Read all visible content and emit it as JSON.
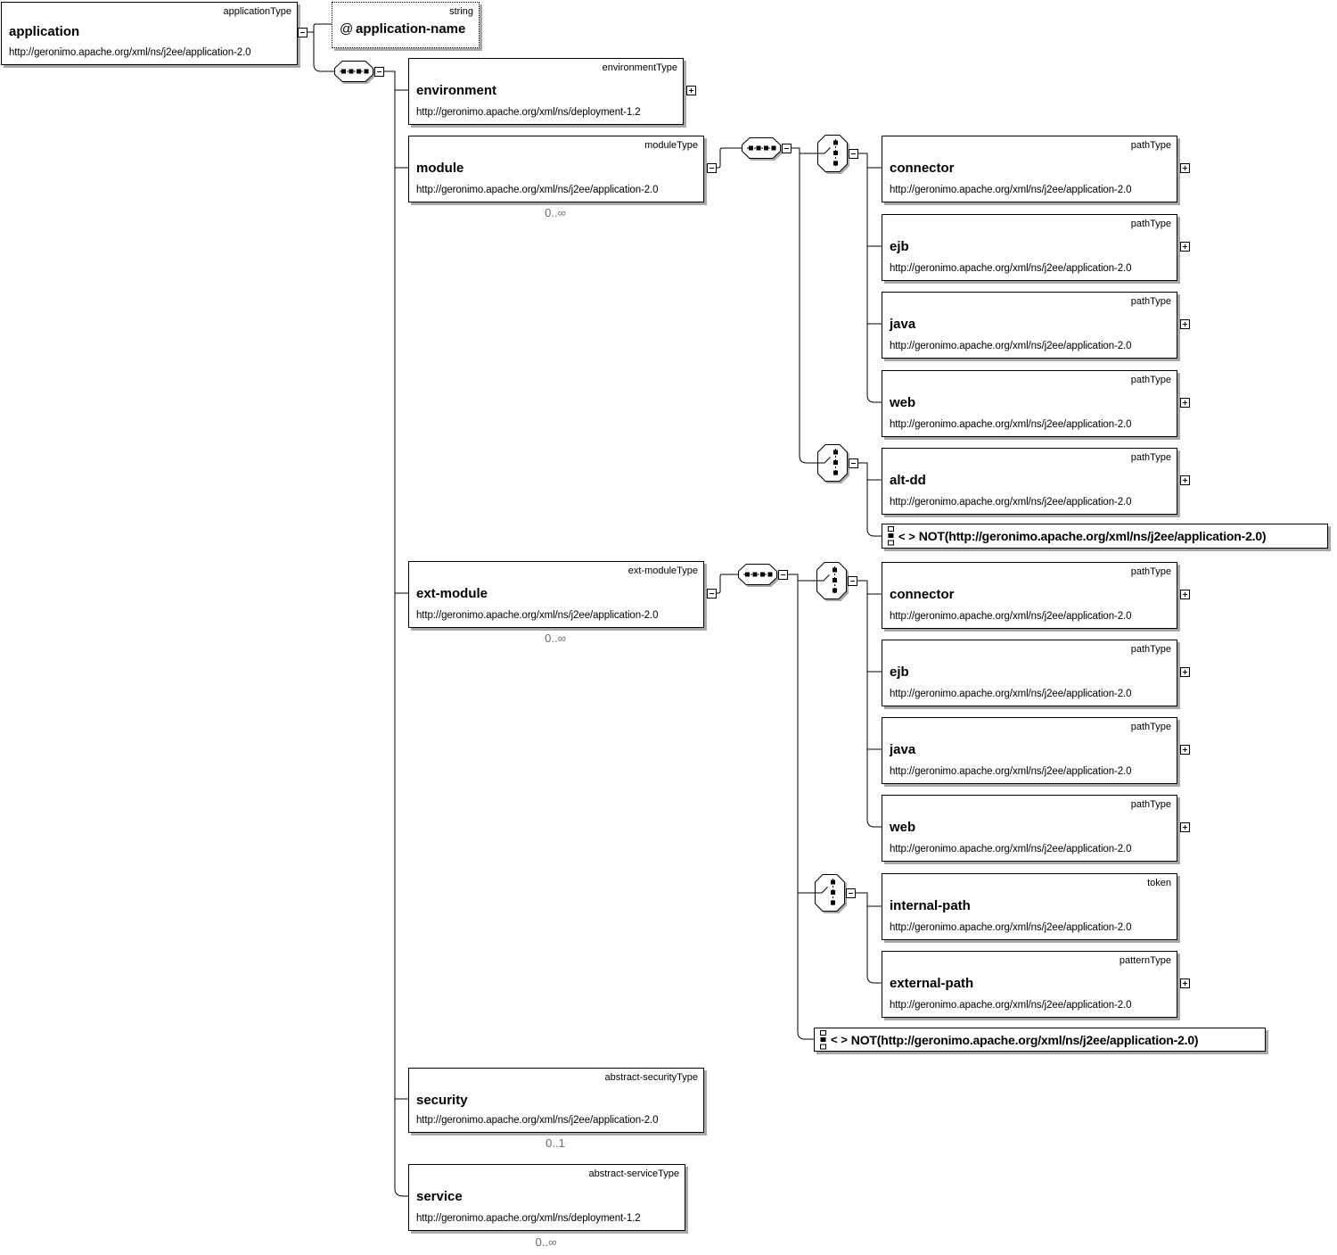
{
  "colors": {
    "shadow": "#a8a8a8",
    "line": "#000000",
    "occurrence_text": "#6b6b6b",
    "box_background": "#ffffff"
  },
  "elements": {
    "application": {
      "type": "applicationType",
      "name": "application",
      "ns": "http://geronimo.apache.org/xml/ns/j2ee/application-2.0"
    },
    "application_name": {
      "type": "string",
      "marker": "@",
      "name": "application-name"
    },
    "environment": {
      "type": "environmentType",
      "name": "environment",
      "ns": "http://geronimo.apache.org/xml/ns/deployment-1.2"
    },
    "module": {
      "type": "moduleType",
      "name": "module",
      "ns": "http://geronimo.apache.org/xml/ns/j2ee/application-2.0",
      "occurs": "0..∞"
    },
    "module_connector": {
      "type": "pathType",
      "name": "connector",
      "ns": "http://geronimo.apache.org/xml/ns/j2ee/application-2.0"
    },
    "module_ejb": {
      "type": "pathType",
      "name": "ejb",
      "ns": "http://geronimo.apache.org/xml/ns/j2ee/application-2.0"
    },
    "module_java": {
      "type": "pathType",
      "name": "java",
      "ns": "http://geronimo.apache.org/xml/ns/j2ee/application-2.0"
    },
    "module_web": {
      "type": "pathType",
      "name": "web",
      "ns": "http://geronimo.apache.org/xml/ns/j2ee/application-2.0"
    },
    "module_alt_dd": {
      "type": "pathType",
      "name": "alt-dd",
      "ns": "http://geronimo.apache.org/xml/ns/j2ee/application-2.0"
    },
    "module_any_not": {
      "angle": "< >",
      "label": "NOT(http://geronimo.apache.org/xml/ns/j2ee/application-2.0)"
    },
    "ext_module": {
      "type": "ext-moduleType",
      "name": "ext-module",
      "ns": "http://geronimo.apache.org/xml/ns/j2ee/application-2.0",
      "occurs": "0..∞"
    },
    "ext_connector": {
      "type": "pathType",
      "name": "connector",
      "ns": "http://geronimo.apache.org/xml/ns/j2ee/application-2.0"
    },
    "ext_ejb": {
      "type": "pathType",
      "name": "ejb",
      "ns": "http://geronimo.apache.org/xml/ns/j2ee/application-2.0"
    },
    "ext_java": {
      "type": "pathType",
      "name": "java",
      "ns": "http://geronimo.apache.org/xml/ns/j2ee/application-2.0"
    },
    "ext_web": {
      "type": "pathType",
      "name": "web",
      "ns": "http://geronimo.apache.org/xml/ns/j2ee/application-2.0"
    },
    "internal_path": {
      "type": "token",
      "name": "internal-path",
      "ns": "http://geronimo.apache.org/xml/ns/j2ee/application-2.0"
    },
    "external_path": {
      "type": "patternType",
      "name": "external-path",
      "ns": "http://geronimo.apache.org/xml/ns/j2ee/application-2.0"
    },
    "ext_any_not": {
      "angle": "< >",
      "label": "NOT(http://geronimo.apache.org/xml/ns/j2ee/application-2.0)"
    },
    "security": {
      "type": "abstract-securityType",
      "name": "security",
      "ns": "http://geronimo.apache.org/xml/ns/j2ee/application-2.0",
      "occurs": "0..1"
    },
    "service": {
      "type": "abstract-serviceType",
      "name": "service",
      "ns": "http://geronimo.apache.org/xml/ns/deployment-1.2",
      "occurs": "0..∞"
    }
  }
}
